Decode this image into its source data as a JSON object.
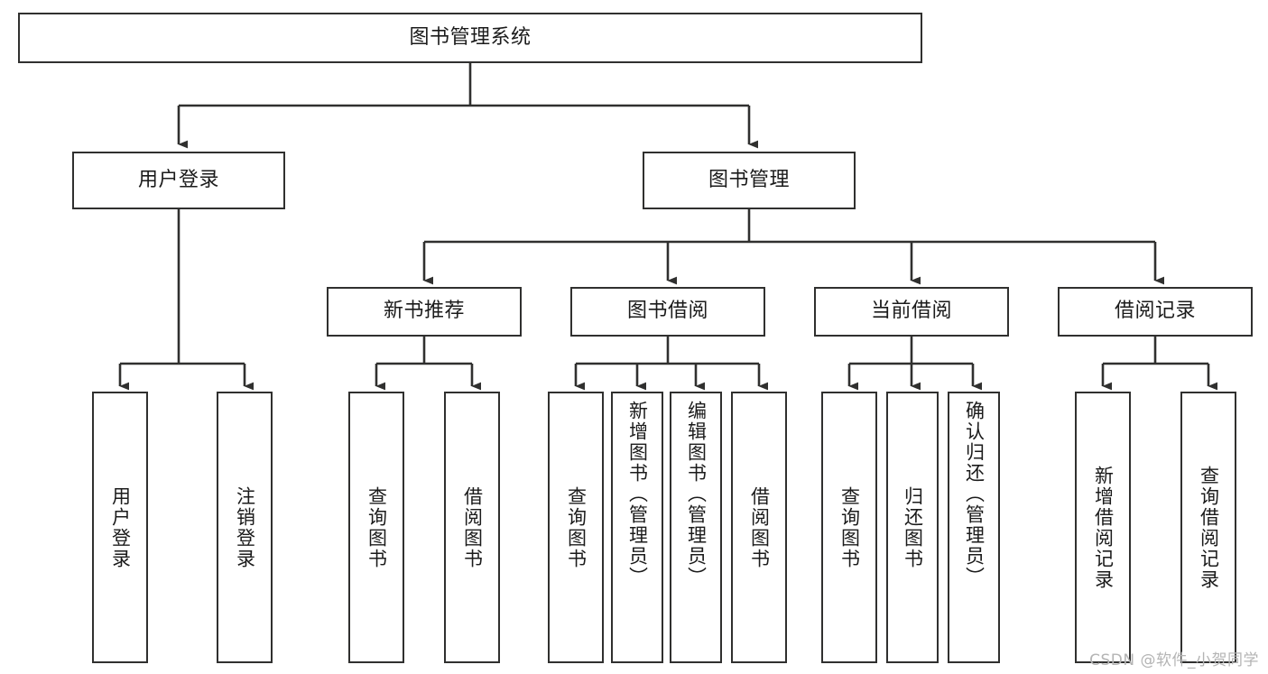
{
  "diagram": {
    "title_node": {
      "label": "图书管理系统"
    },
    "level1": [
      {
        "id": "user-login",
        "label": "用户登录"
      },
      {
        "id": "book-management",
        "label": "图书管理"
      }
    ],
    "level2": [
      {
        "id": "new-book-recommend",
        "label": "新书推荐",
        "parent": "book-management"
      },
      {
        "id": "book-borrow",
        "label": "图书借阅",
        "parent": "book-management"
      },
      {
        "id": "current-borrow",
        "label": "当前借阅",
        "parent": "book-management"
      },
      {
        "id": "borrow-record",
        "label": "借阅记录",
        "parent": "book-management"
      }
    ],
    "leaves": [
      {
        "id": "leaf-user-login",
        "label": "用户登录",
        "parent": "user-login"
      },
      {
        "id": "leaf-logout-login",
        "label": "注销登录",
        "parent": "user-login"
      },
      {
        "id": "leaf-query-book-1",
        "label": "查询图书",
        "parent": "new-book-recommend"
      },
      {
        "id": "leaf-borrow-book-1",
        "label": "借阅图书",
        "parent": "new-book-recommend"
      },
      {
        "id": "leaf-query-book-2",
        "label": "查询图书",
        "parent": "book-borrow"
      },
      {
        "id": "leaf-add-book",
        "label": "新增图书（管理员）",
        "parent": "book-borrow"
      },
      {
        "id": "leaf-edit-book",
        "label": "编辑图书（管理员）",
        "parent": "book-borrow"
      },
      {
        "id": "leaf-borrow-book-2",
        "label": "借阅图书",
        "parent": "book-borrow"
      },
      {
        "id": "leaf-query-book-3",
        "label": "查询图书",
        "parent": "current-borrow"
      },
      {
        "id": "leaf-return-book",
        "label": "归还图书",
        "parent": "current-borrow"
      },
      {
        "id": "leaf-confirm-return",
        "label": "确认归还（管理员）",
        "parent": "current-borrow"
      },
      {
        "id": "leaf-add-borrow-record",
        "label": "新增借阅记录",
        "parent": "borrow-record"
      },
      {
        "id": "leaf-query-borrow-record",
        "label": "查询借阅记录",
        "parent": "borrow-record"
      }
    ],
    "colors": {
      "stroke": "#30302f",
      "background": "#ffffff",
      "text": "#1b1b1b",
      "watermark": "#b4b4b4"
    }
  },
  "watermark": {
    "text": "CSDN @软件_小贺同学"
  }
}
